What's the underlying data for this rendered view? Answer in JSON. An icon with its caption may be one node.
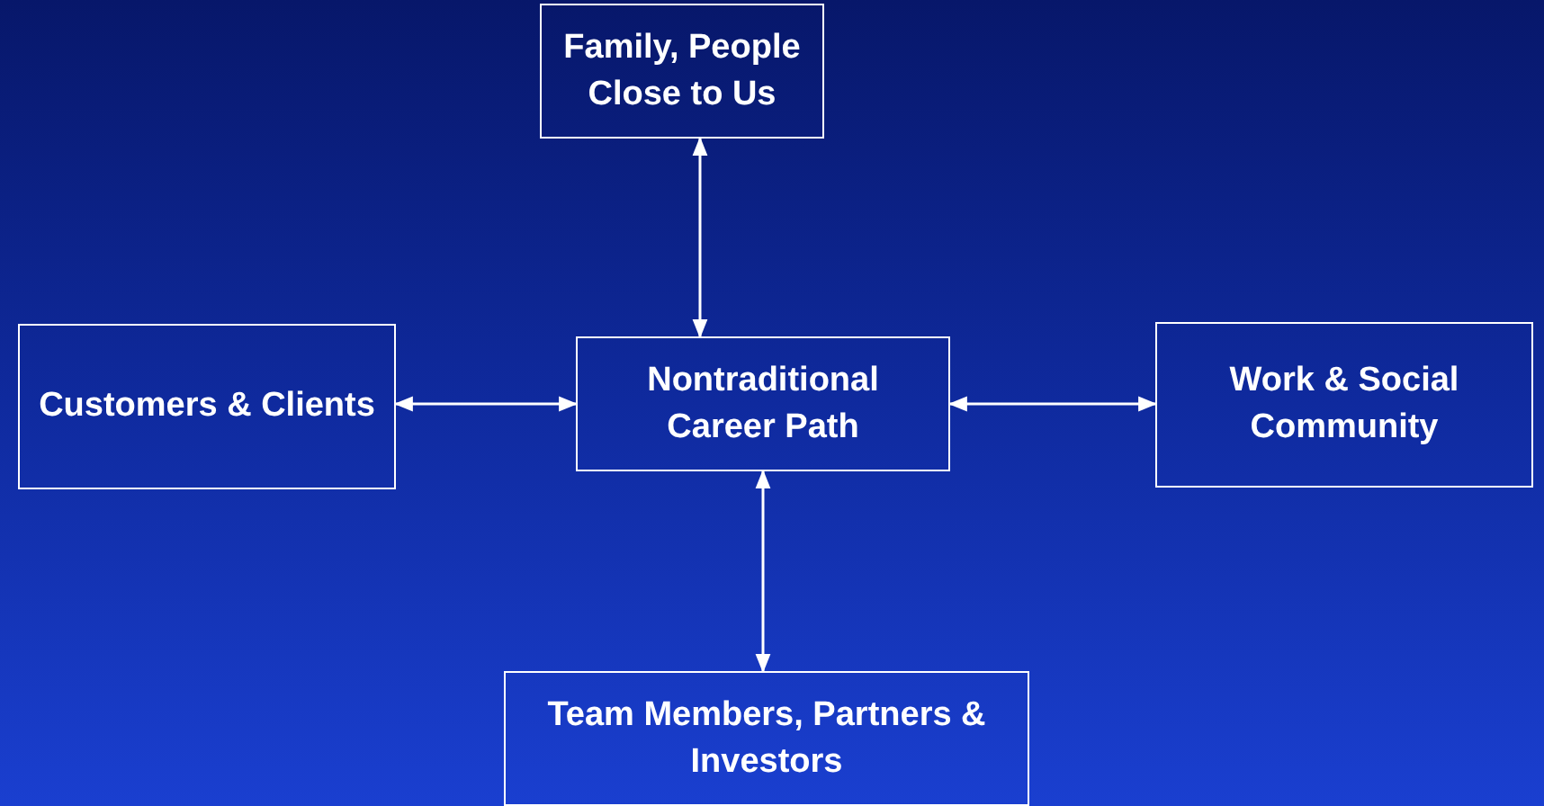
{
  "diagram": {
    "nodes": [
      {
        "text": [
          "Family, People Close to Us"
        ]
      },
      {
        "text": [
          "Customers & Clients"
        ]
      },
      {
        "text": [
          "Nontraditional Career Path"
        ]
      },
      {
        "text": [
          "Work & Social Community"
        ]
      },
      {
        "text": [
          "Team Members, Partners & Investors"
        ]
      }
    ],
    "edges": [
      {
        "from": 2,
        "to": 0,
        "arrow": "both"
      },
      {
        "from": 2,
        "to": 1,
        "arrow": "both"
      },
      {
        "from": 2,
        "to": 3,
        "arrow": "both"
      },
      {
        "from": 2,
        "to": 4,
        "arrow": "both"
      }
    ]
  }
}
